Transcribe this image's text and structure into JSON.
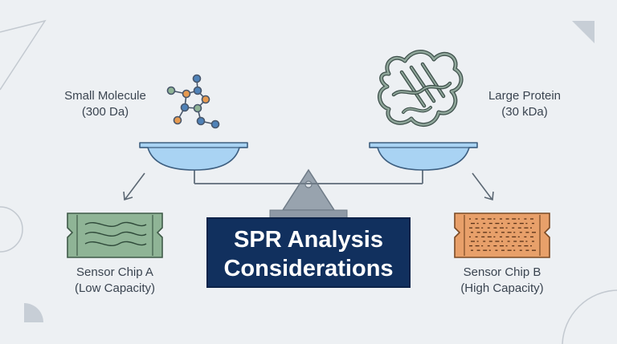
{
  "title": {
    "line1": "SPR Analysis",
    "line2": "Considerations"
  },
  "left_pan": {
    "name": "Small Molecule",
    "mass": "(300 Da)",
    "icon": "molecule-icon"
  },
  "right_pan": {
    "name": "Large Protein",
    "mass": "(30 kDa)",
    "icon": "protein-ribbon-icon"
  },
  "chip_a": {
    "name": "Sensor Chip A",
    "capacity": "(Low Capacity)",
    "icon": "sensor-chip-wavy-icon"
  },
  "chip_b": {
    "name": "Sensor Chip B",
    "capacity": "(High Capacity)",
    "icon": "sensor-chip-dense-icon"
  },
  "colors": {
    "background": "#edf0f3",
    "title_box": "#11305e",
    "pan_fill": "#a9d3f3",
    "chip_a": "#8fb496",
    "chip_b": "#e8a06a",
    "stand": "#8e99a6"
  }
}
